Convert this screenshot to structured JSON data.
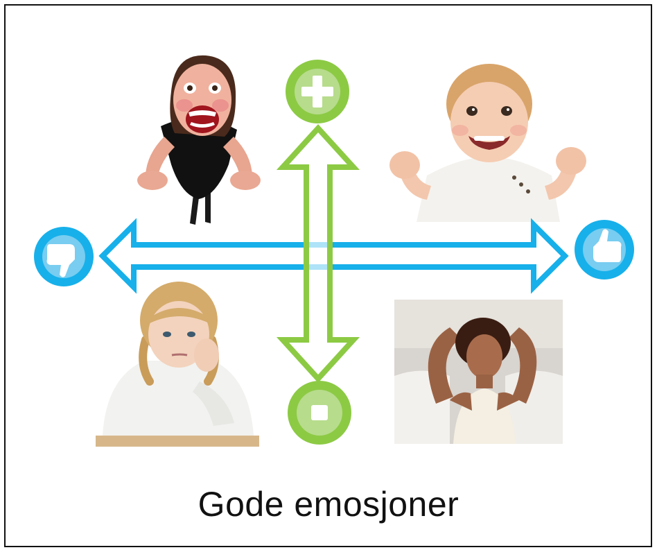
{
  "caption": "Gode emosjoner",
  "colors": {
    "horizontal_axis": "#17b0ea",
    "vertical_axis": "#8cca44",
    "frame": "#111111",
    "background": "#ffffff"
  },
  "axes": {
    "horizontal": {
      "left_icon": "thumbs-down-icon",
      "right_icon": "thumbs-up-icon"
    },
    "vertical": {
      "top_icon": "plus-icon",
      "bottom_icon": "minus-icon"
    }
  },
  "quadrants": [
    {
      "position": "top-left",
      "image": "screaming-woman-photo"
    },
    {
      "position": "top-right",
      "image": "excited-baby-photo"
    },
    {
      "position": "bottom-left",
      "image": "bored-girl-photo"
    },
    {
      "position": "bottom-right",
      "image": "relaxed-woman-photo"
    }
  ]
}
